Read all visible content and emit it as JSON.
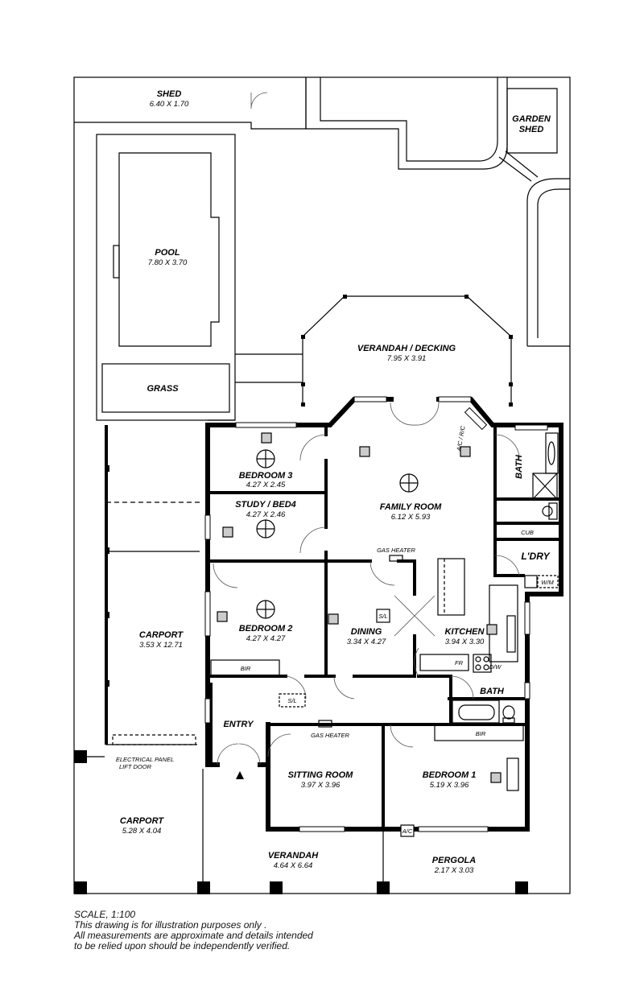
{
  "rooms": {
    "shed": {
      "name": "SHED",
      "dim": "6.40 X 1.70"
    },
    "garden_shed": {
      "name1": "GARDEN",
      "name2": "SHED"
    },
    "pool": {
      "name": "POOL",
      "dim": "7.80 X 3.70"
    },
    "grass": {
      "name": "GRASS"
    },
    "verandah_decking": {
      "name": "VERANDAH / DECKING",
      "dim": "7.95 X 3.91"
    },
    "bedroom3": {
      "name": "BEDROOM 3",
      "dim": "4.27 X 2.45"
    },
    "study": {
      "name": "STUDY / BED4",
      "dim": "4.27 X 2.46"
    },
    "family": {
      "name": "FAMILY ROOM",
      "dim": "6.12 X 5.93"
    },
    "bath_top": {
      "name": "BATH"
    },
    "cub": {
      "name": "CUB"
    },
    "laundry": {
      "name": "L'DRY"
    },
    "bedroom2": {
      "name": "BEDROOM 2",
      "dim": "4.27 X 4.27"
    },
    "dining": {
      "name": "DINING",
      "dim": "3.34 X 4.27"
    },
    "kitchen": {
      "name": "KITCHEN",
      "dim": "3.94 X 3.30"
    },
    "carport_side": {
      "name": "CARPORT",
      "dim": "3.53 X 12.71"
    },
    "bath_bottom": {
      "name": "BATH"
    },
    "entry": {
      "name": "ENTRY"
    },
    "sitting": {
      "name": "SITTING ROOM",
      "dim": "3.97 X 3.96"
    },
    "bedroom1": {
      "name": "BEDROOM 1",
      "dim": "5.19 X 3.96"
    },
    "carport_front": {
      "name": "CARPORT",
      "dim": "5.28 X 4.04"
    },
    "verandah": {
      "name": "VERANDAH",
      "dim": "4.64 X 6.64"
    },
    "pergola": {
      "name": "PERGOLA",
      "dim": "2.17 X 3.03"
    }
  },
  "fixtures": {
    "gas_heater_1": "GAS HEATER",
    "gas_heater_2": "GAS HEATER",
    "ac_rc": "A/C / R/C",
    "ac": "A/C",
    "wm": "W/M",
    "sl_1": "S/L",
    "sl_2": "S/L",
    "fr": "FR",
    "dw": "D/W",
    "bir_1": "BIR",
    "bir_2": "BIR",
    "electrical_1": "ELECTRICAL PANEL",
    "electrical_2": "LIFT DOOR"
  },
  "notes": [
    "SCALE, 1:100",
    "This drawing is for illustration purposes only .",
    "All measurements are approximate and details intended",
    "to be relied upon should be independently verified."
  ]
}
